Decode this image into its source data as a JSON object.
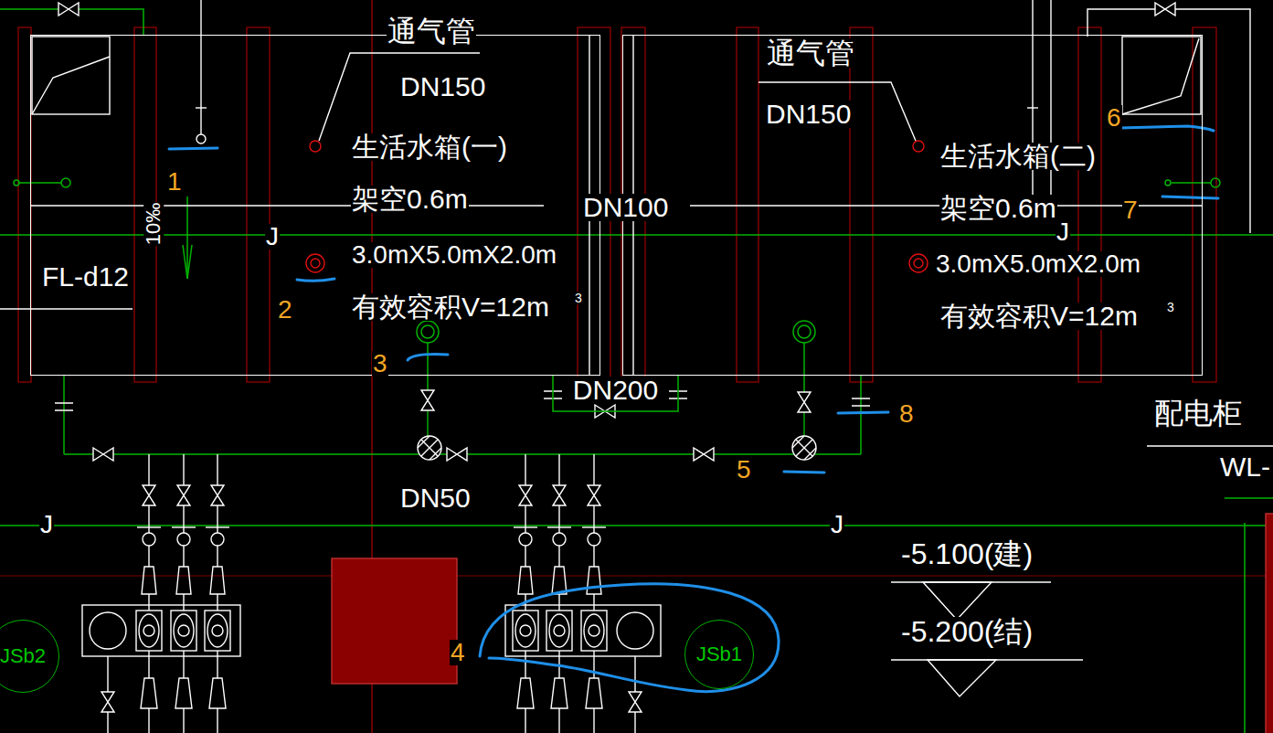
{
  "diagram": {
    "nodes": [
      {
        "text": [
          "生活水箱(一)",
          "架空0.6m",
          "3.0mX5.0mX2.0m",
          "有效容积V=12m",
          "3"
        ]
      },
      {
        "text": [
          "生活水箱(二)",
          "架空0.6m",
          "3.0mX5.0mX2.0m",
          "有效容积V=12m",
          "3"
        ]
      },
      {
        "text": [
          "JSb2"
        ]
      },
      {
        "text": [
          "JSb1"
        ]
      }
    ],
    "edges": [
      {
        "from": 0,
        "to": 1,
        "arrow": "none",
        "label": "DN200"
      }
    ],
    "labels": [
      "通气管",
      "DN150",
      "10‰",
      "J",
      "FL-d12",
      "DN100",
      "通气管",
      "DN150",
      "J",
      "DN50",
      "J",
      "J",
      "配电柜",
      "WL-",
      "-5.100(建)",
      "-5.200(结)",
      "1",
      "2",
      "3",
      "4",
      "5",
      "6",
      "7",
      "8"
    ]
  }
}
